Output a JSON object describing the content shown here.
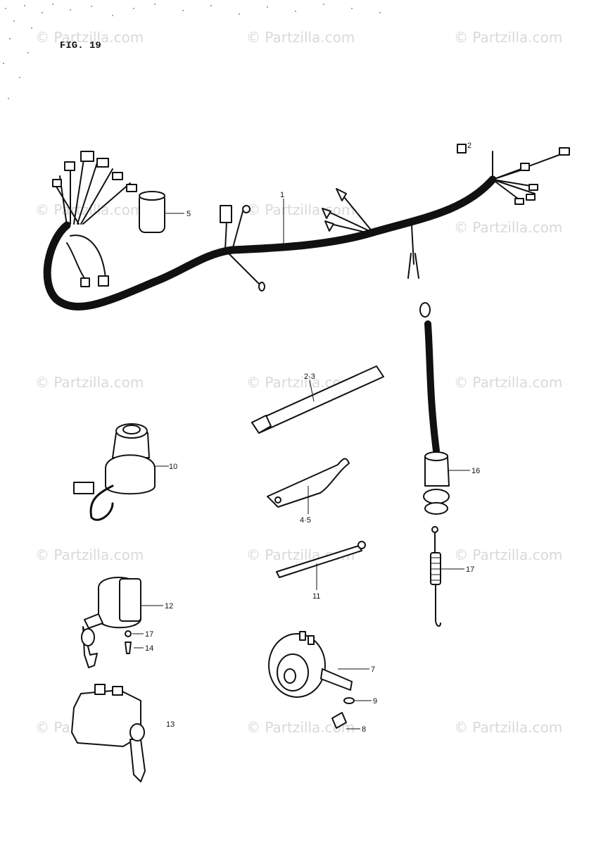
{
  "figure": {
    "title": "FIG. 19"
  },
  "watermark": {
    "text": "© Partzilla.com"
  },
  "callouts": {
    "harness": "1",
    "relay": "5",
    "strap": "2·3",
    "bracket": "4·5",
    "tie": "11",
    "ignition_switch": "10",
    "lock": "12",
    "screw_a": "17",
    "screw_b": "14",
    "steering_lock": "13",
    "horn": "7",
    "horn_washer": "9",
    "horn_bolt": "8",
    "stop_switch": "16",
    "spring": "17",
    "harness_tag": "2"
  },
  "colors": {
    "ink": "#111111",
    "watermark": "#d9d9d9",
    "paper": "#ffffff"
  }
}
